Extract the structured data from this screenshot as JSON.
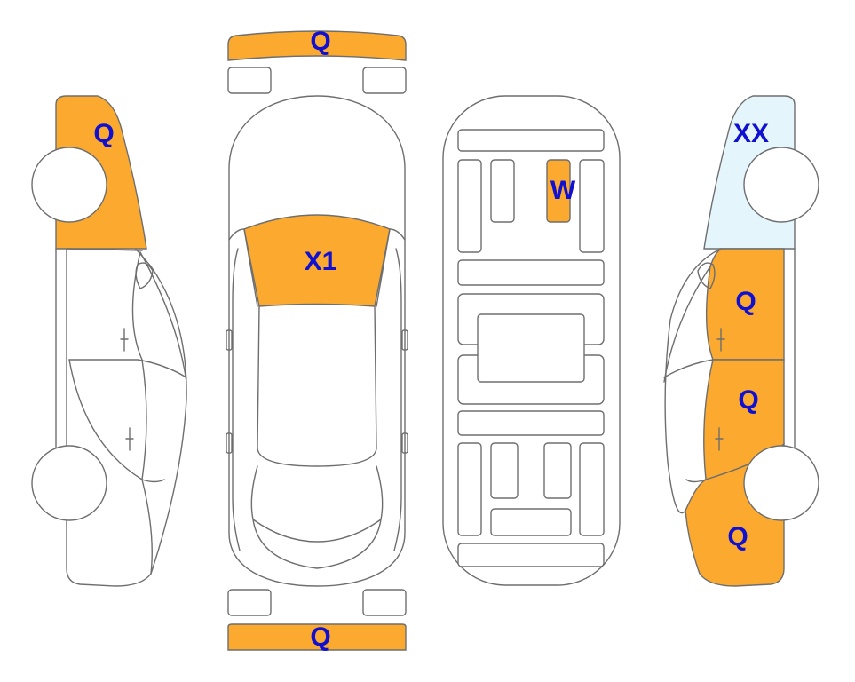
{
  "colors": {
    "damage_orange": "#FBA92F",
    "damage_light_blue": "#E4F5FC",
    "label_blue": "#1010D0",
    "outline": "#6E6E6E"
  },
  "labels": {
    "front_bumper": "Q",
    "left_front_fender": "Q",
    "hood": "X1",
    "trunk_lid": "W",
    "right_front_fender": "XX",
    "right_front_door": "Q",
    "right_rear_door": "Q",
    "right_rear_quarter": "Q",
    "rear_bumper": "Q"
  }
}
